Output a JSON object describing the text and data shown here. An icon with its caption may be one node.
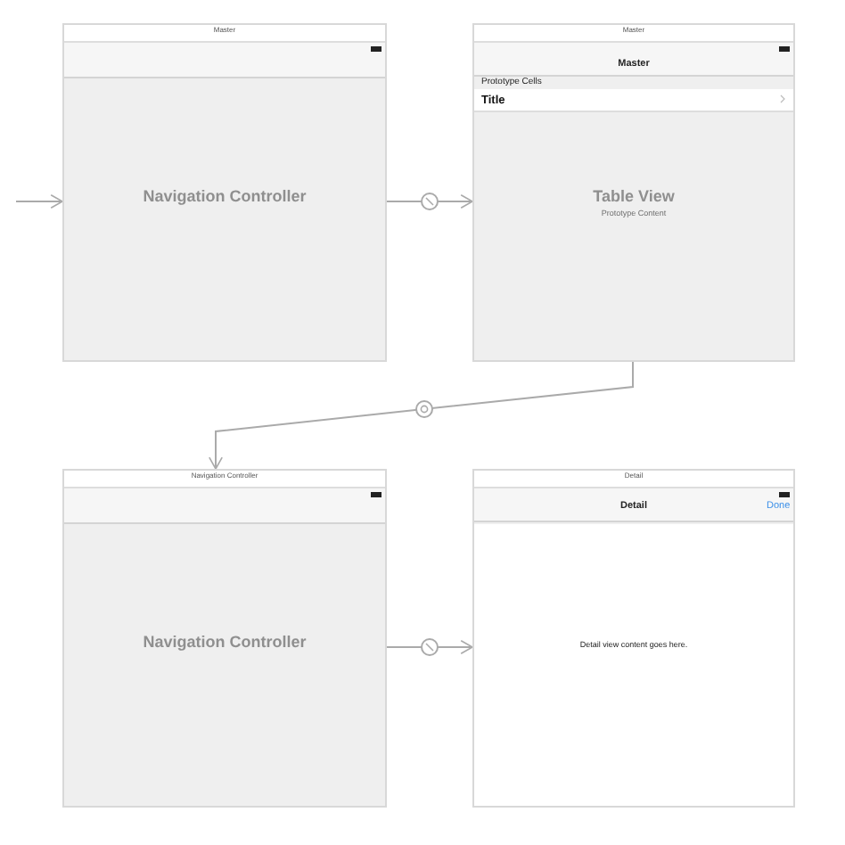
{
  "diagram": {
    "nodes": [
      {
        "text": [
          "Master",
          "Navigation Controller"
        ]
      },
      {
        "text": [
          "Master",
          "Master",
          "Prototype Cells",
          "Title",
          "Table View",
          "Prototype Content"
        ]
      },
      {
        "text": [
          "Navigation Controller",
          "Navigation Controller"
        ]
      },
      {
        "text": [
          "Detail",
          "Detail",
          "Done",
          "Detail view content goes here."
        ]
      }
    ],
    "edges": [
      {
        "from": null,
        "to": 0,
        "arrow": "to"
      },
      {
        "from": 0,
        "to": 1,
        "arrow": "to"
      },
      {
        "from": 1,
        "to": 2,
        "arrow": "to"
      },
      {
        "from": 2,
        "to": 3,
        "arrow": "to"
      }
    ]
  }
}
